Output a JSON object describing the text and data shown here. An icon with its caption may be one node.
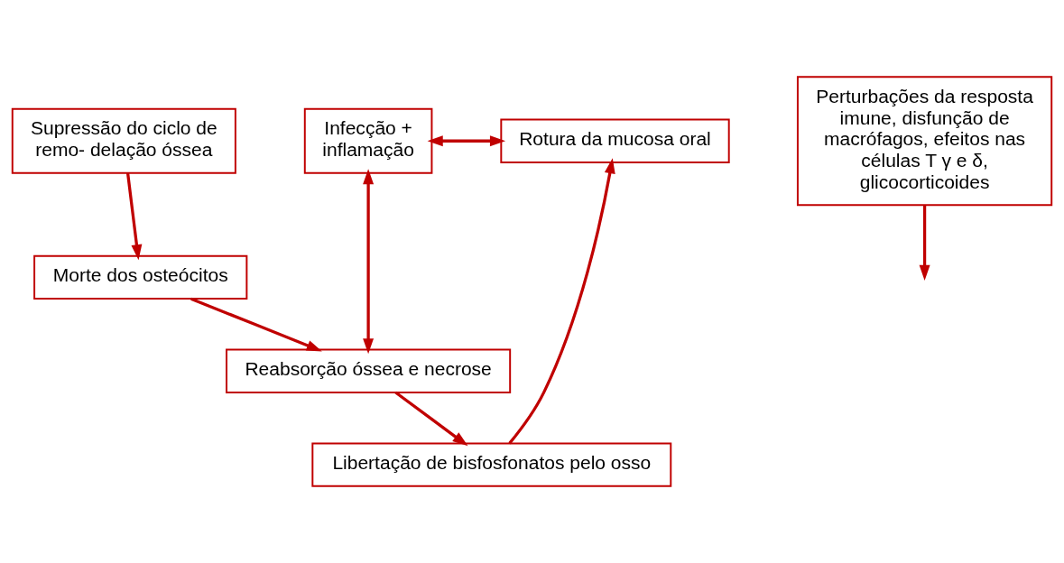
{
  "diagram": {
    "nodes": [
      {
        "text": [
          "Supressão do ciclo de remo- delação óssea"
        ]
      },
      {
        "text": [
          "Morte dos osteócitos"
        ]
      },
      {
        "text": [
          "Infecção + inflamação"
        ]
      },
      {
        "text": [
          "Rotura da mucosa oral"
        ]
      },
      {
        "text": [
          "Perturbações da resposta imune, disfunção de macrófagos, efeitos nas células T γ e δ, glicocorticoides"
        ]
      },
      {
        "text": [
          "Reabsorção óssea e necrose"
        ]
      },
      {
        "text": [
          "Libertação de bisfosfonatos pelo osso"
        ]
      }
    ],
    "edges": [
      {
        "from": 0,
        "to": 1,
        "arrow": "to"
      },
      {
        "from": 1,
        "to": 5,
        "arrow": "to"
      },
      {
        "from": 2,
        "to": 3,
        "arrow": "both"
      },
      {
        "from": 2,
        "to": 5,
        "arrow": "both"
      },
      {
        "from": 4,
        "to": null,
        "arrow": "to"
      },
      {
        "from": 5,
        "to": 6,
        "arrow": "to"
      },
      {
        "from": 6,
        "to": 3,
        "arrow": "to"
      }
    ]
  }
}
